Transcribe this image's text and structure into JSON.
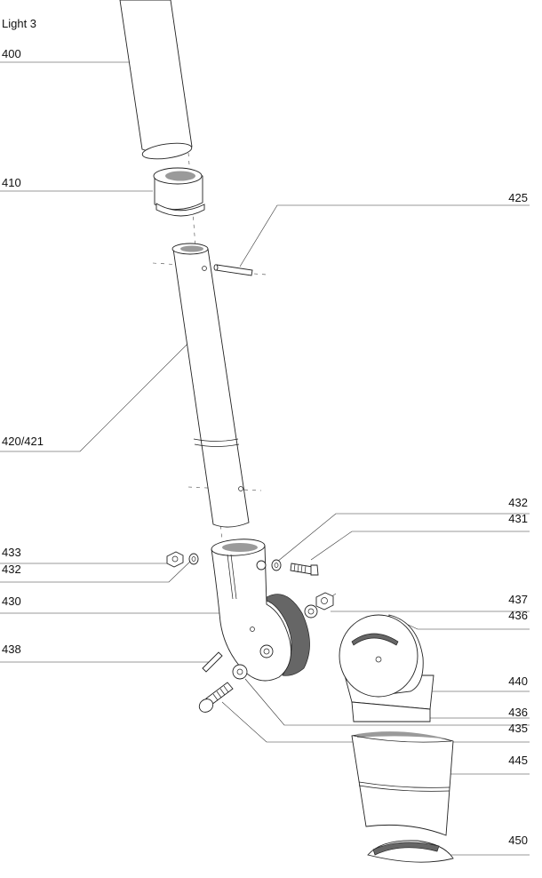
{
  "title": "Light 3",
  "labels": {
    "l400": "400",
    "l410": "410",
    "l425": "425",
    "l420": "420/421",
    "l432a": "432",
    "l431": "431",
    "l433": "433",
    "l432b": "432",
    "l437": "437",
    "l430": "430",
    "l436a": "436",
    "l438": "438",
    "l440": "440",
    "l436b": "436",
    "l435": "435",
    "l445": "445",
    "l450": "450"
  }
}
